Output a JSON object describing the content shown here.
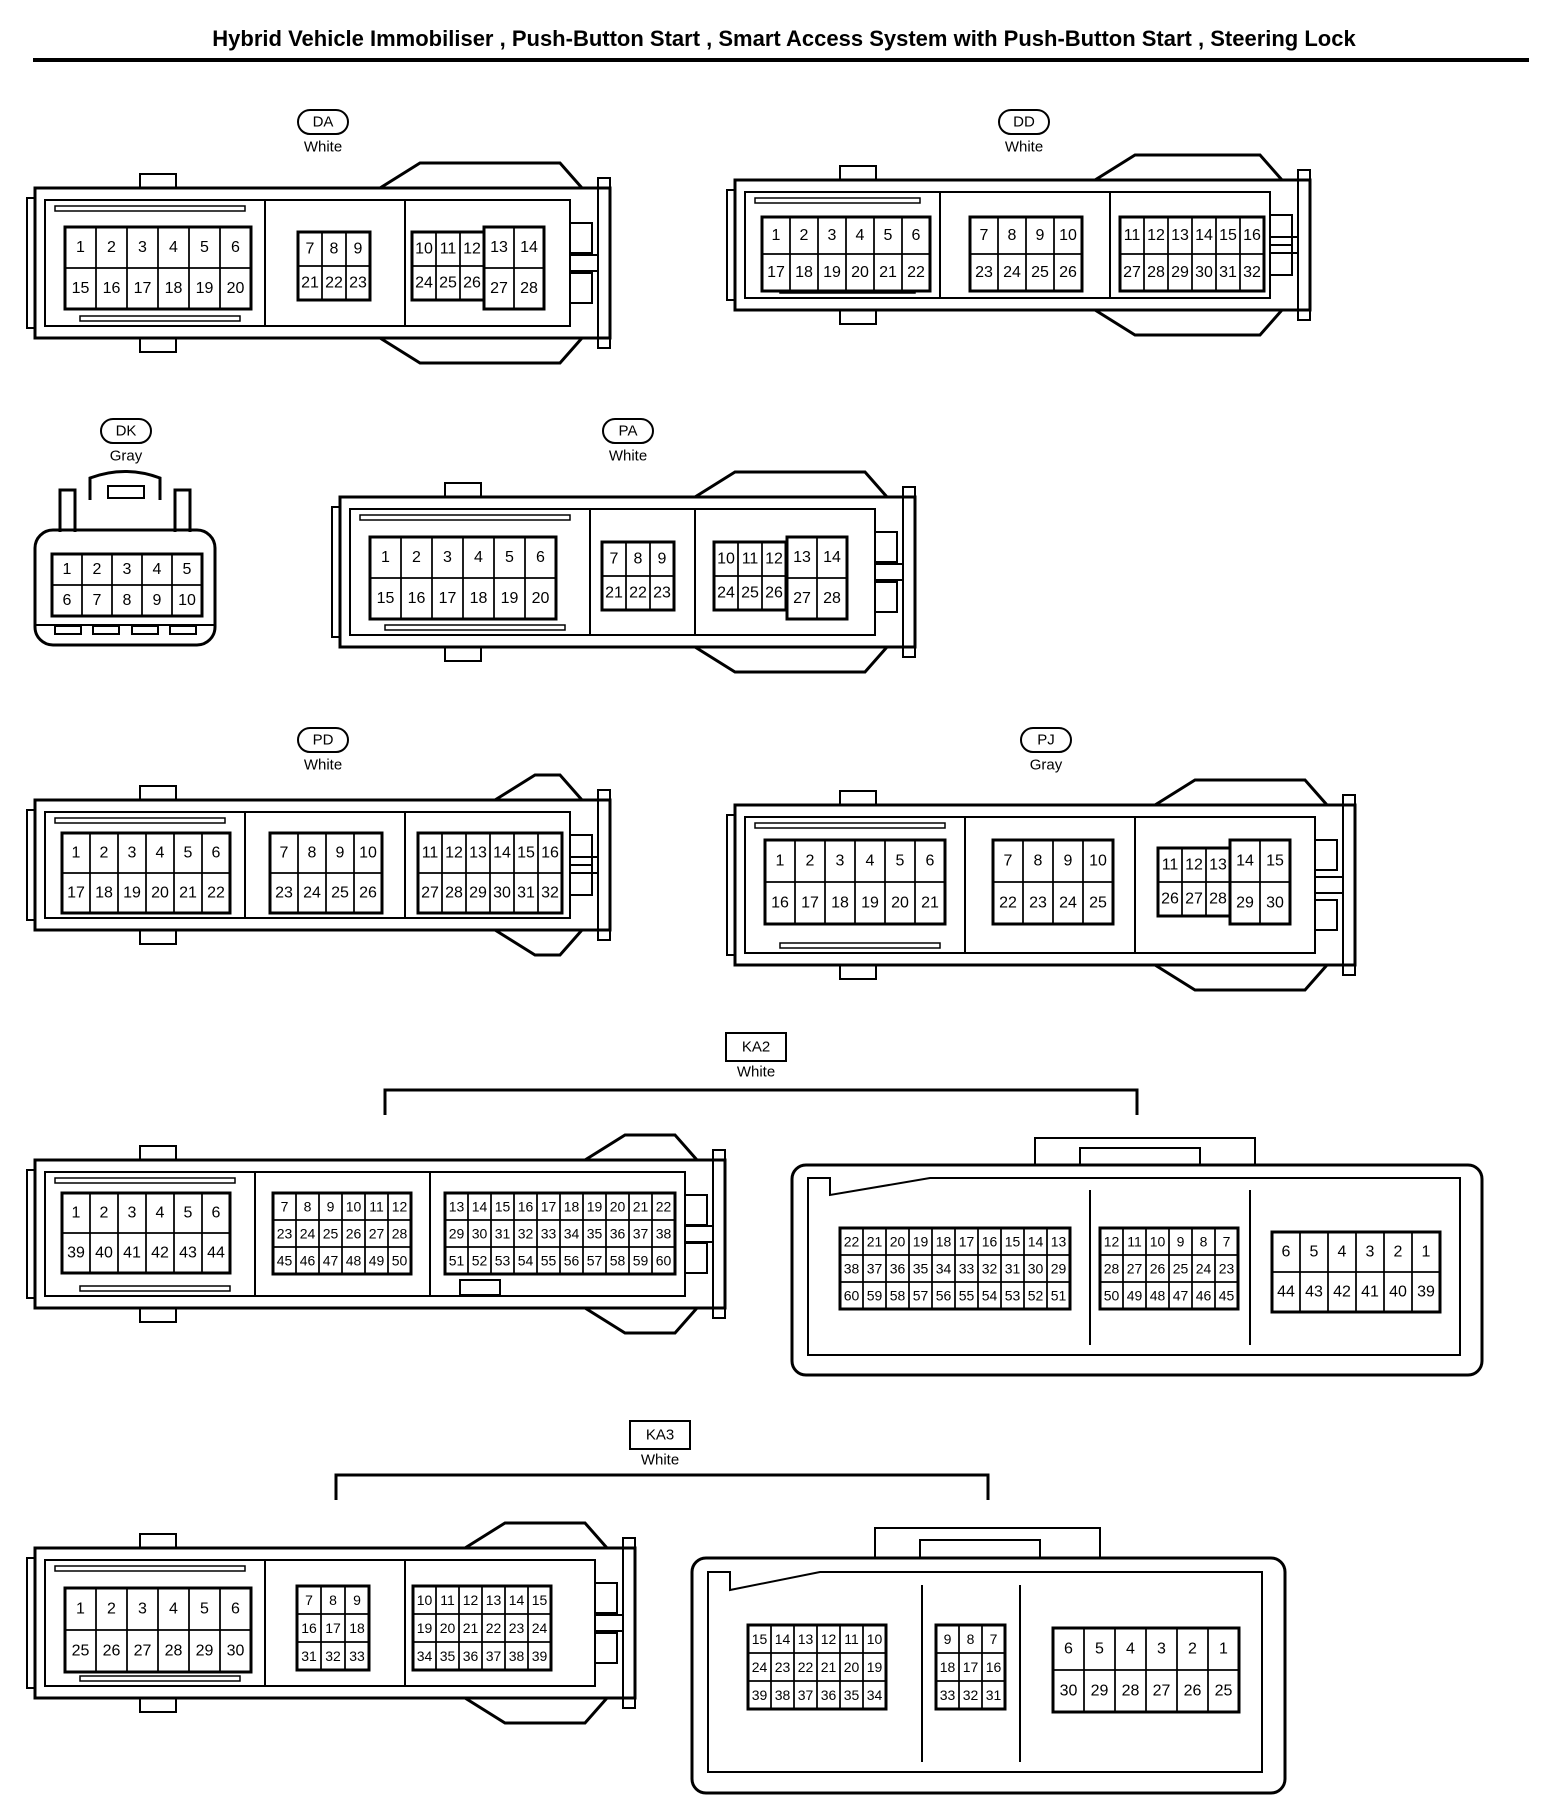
{
  "title": "Hybrid Vehicle Immobiliser , Push-Button Start , Smart Access System with Push-Button Start , Steering Lock",
  "connectors": [
    {
      "id": "DA",
      "color": "White",
      "rows": [
        [
          "1",
          "2",
          "3",
          "4",
          "5",
          "6",
          "7",
          "8",
          "9",
          "10",
          "11",
          "12",
          "13",
          "14"
        ],
        [
          "15",
          "16",
          "17",
          "18",
          "19",
          "20",
          "21",
          "22",
          "23",
          "24",
          "25",
          "26",
          "27",
          "28"
        ]
      ]
    },
    {
      "id": "DD",
      "color": "White",
      "rows": [
        [
          "1",
          "2",
          "3",
          "4",
          "5",
          "6",
          "7",
          "8",
          "9",
          "10",
          "11",
          "12",
          "13",
          "14",
          "15",
          "16"
        ],
        [
          "17",
          "18",
          "19",
          "20",
          "21",
          "22",
          "23",
          "24",
          "25",
          "26",
          "27",
          "28",
          "29",
          "30",
          "31",
          "32"
        ]
      ]
    },
    {
      "id": "DK",
      "color": "Gray",
      "rows": [
        [
          "1",
          "2",
          "3",
          "4",
          "5"
        ],
        [
          "6",
          "7",
          "8",
          "9",
          "10"
        ]
      ]
    },
    {
      "id": "PA",
      "color": "White",
      "rows": [
        [
          "1",
          "2",
          "3",
          "4",
          "5",
          "6",
          "7",
          "8",
          "9",
          "10",
          "11",
          "12",
          "13",
          "14"
        ],
        [
          "15",
          "16",
          "17",
          "18",
          "19",
          "20",
          "21",
          "22",
          "23",
          "24",
          "25",
          "26",
          "27",
          "28"
        ]
      ]
    },
    {
      "id": "PD",
      "color": "White",
      "rows": [
        [
          "1",
          "2",
          "3",
          "4",
          "5",
          "6",
          "7",
          "8",
          "9",
          "10",
          "11",
          "12",
          "13",
          "14",
          "15",
          "16"
        ],
        [
          "17",
          "18",
          "19",
          "20",
          "21",
          "22",
          "23",
          "24",
          "25",
          "26",
          "27",
          "28",
          "29",
          "30",
          "31",
          "32"
        ]
      ]
    },
    {
      "id": "PJ",
      "color": "Gray",
      "rows": [
        [
          "1",
          "2",
          "3",
          "4",
          "5",
          "6",
          "7",
          "8",
          "9",
          "10",
          "11",
          "12",
          "13",
          "14",
          "15"
        ],
        [
          "16",
          "17",
          "18",
          "19",
          "20",
          "21",
          "22",
          "23",
          "24",
          "25",
          "26",
          "27",
          "28",
          "29",
          "30"
        ]
      ]
    },
    {
      "id": "KA2",
      "color": "White",
      "harness_rows": [
        [
          "1",
          "2",
          "3",
          "4",
          "5",
          "6",
          "7",
          "8",
          "9",
          "10",
          "11",
          "12",
          "13",
          "14",
          "15",
          "16",
          "17",
          "18",
          "19",
          "20",
          "21",
          "22"
        ],
        [
          "39",
          "40",
          "41",
          "42",
          "43",
          "44",
          "23",
          "24",
          "25",
          "26",
          "27",
          "28",
          "29",
          "30",
          "31",
          "32",
          "33",
          "34",
          "35",
          "36",
          "37",
          "38"
        ],
        [
          "45",
          "46",
          "47",
          "48",
          "49",
          "50",
          "51",
          "52",
          "53",
          "54",
          "55",
          "56",
          "57",
          "58",
          "59",
          "60"
        ]
      ],
      "ecu_rows": [
        [
          "22",
          "21",
          "20",
          "19",
          "18",
          "17",
          "16",
          "15",
          "14",
          "13",
          "12",
          "11",
          "10",
          "9",
          "8",
          "7",
          "6",
          "5",
          "4",
          "3",
          "2",
          "1"
        ],
        [
          "38",
          "37",
          "36",
          "35",
          "34",
          "33",
          "32",
          "31",
          "30",
          "29",
          "28",
          "27",
          "26",
          "25",
          "24",
          "23",
          "44",
          "43",
          "42",
          "41",
          "40",
          "39"
        ],
        [
          "60",
          "59",
          "58",
          "57",
          "56",
          "55",
          "54",
          "53",
          "52",
          "51",
          "50",
          "49",
          "48",
          "47",
          "46",
          "45"
        ]
      ]
    },
    {
      "id": "KA3",
      "color": "White",
      "harness_rows": [
        [
          "1",
          "2",
          "3",
          "4",
          "5",
          "6",
          "7",
          "8",
          "9",
          "10",
          "11",
          "12",
          "13",
          "14",
          "15"
        ],
        [
          "25",
          "26",
          "27",
          "28",
          "29",
          "30",
          "16",
          "17",
          "18",
          "19",
          "20",
          "21",
          "22",
          "23",
          "24"
        ],
        [
          "31",
          "32",
          "33",
          "34",
          "35",
          "36",
          "37",
          "38",
          "39"
        ]
      ],
      "ecu_rows": [
        [
          "15",
          "14",
          "13",
          "12",
          "11",
          "10",
          "9",
          "8",
          "7",
          "6",
          "5",
          "4",
          "3",
          "2",
          "1"
        ],
        [
          "24",
          "23",
          "22",
          "21",
          "20",
          "19",
          "18",
          "17",
          "16",
          "30",
          "29",
          "28",
          "27",
          "26",
          "25"
        ],
        [
          "39",
          "38",
          "37",
          "36",
          "35",
          "34",
          "33",
          "32",
          "31"
        ]
      ]
    }
  ]
}
